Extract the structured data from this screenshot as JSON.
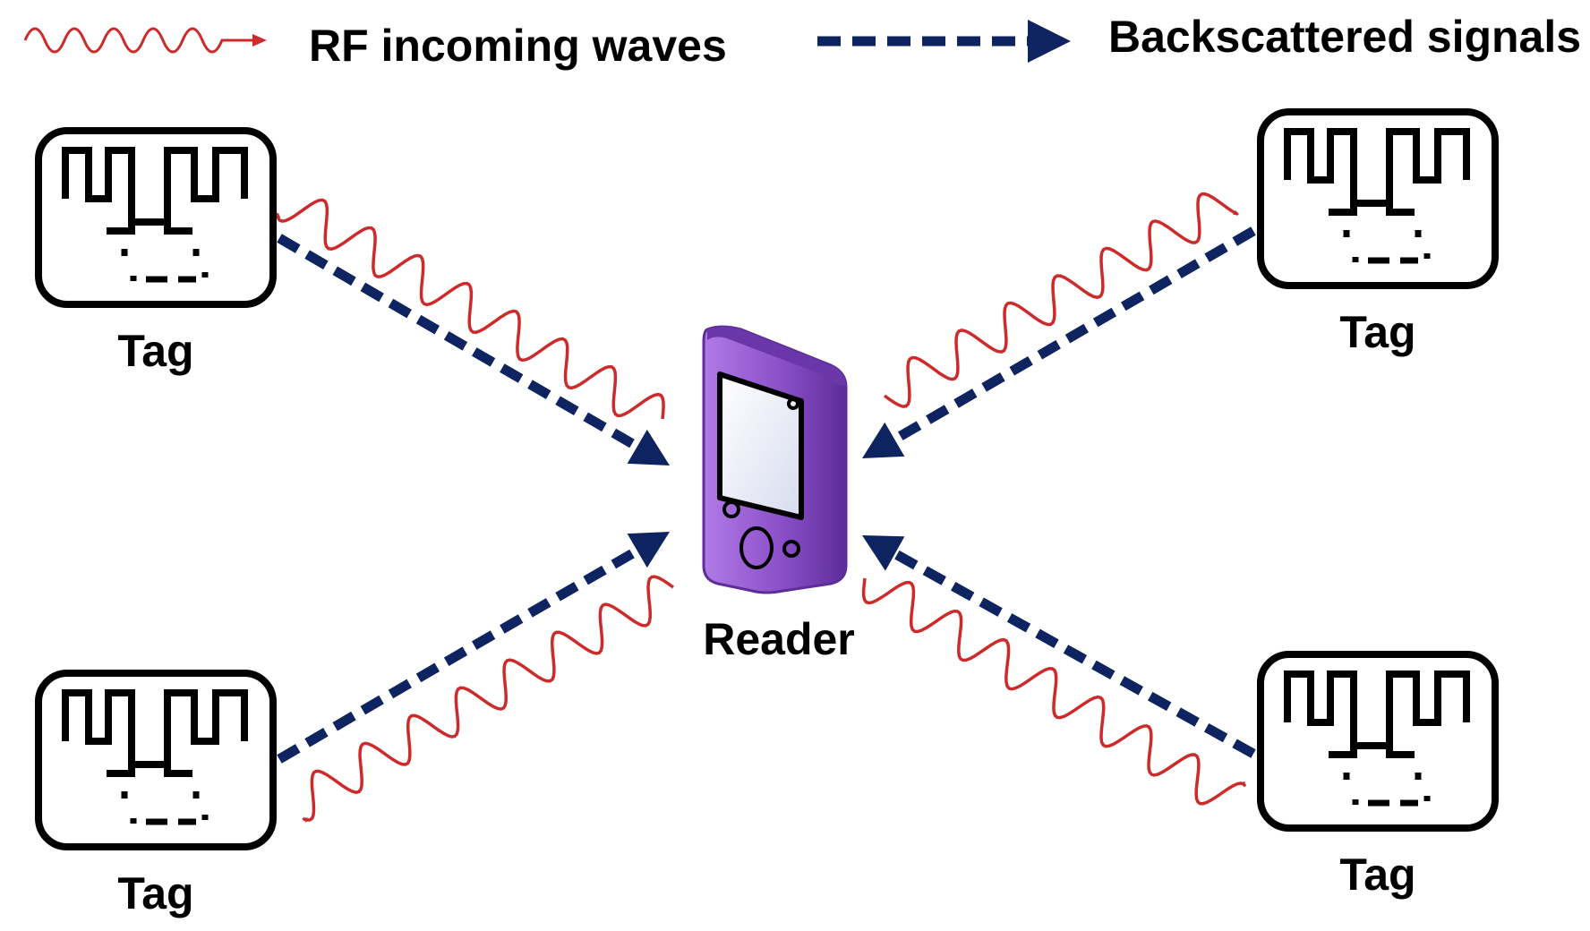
{
  "legend": {
    "rf_label": "RF incoming waves",
    "backscatter_label": "Backscattered signals"
  },
  "colors": {
    "rf_wave": "#cc2b2b",
    "backscatter": "#0e2460",
    "reader_body": "#8a4fc8",
    "reader_dark": "#5e2d99",
    "tag_outline": "#000000"
  },
  "tags": [
    {
      "id": "tag-top-left",
      "label": "Tag"
    },
    {
      "id": "tag-top-right",
      "label": "Tag"
    },
    {
      "id": "tag-bottom-left",
      "label": "Tag"
    },
    {
      "id": "tag-bottom-right",
      "label": "Tag"
    }
  ],
  "reader": {
    "label": "Reader"
  }
}
